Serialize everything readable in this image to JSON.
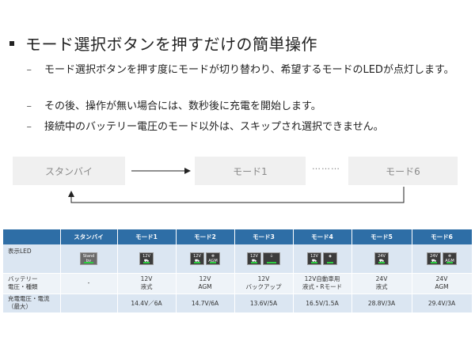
{
  "title": "モード選択ボタンを押すだけの簡単操作",
  "bullets": [
    "モード選択ボタンを押す度にモードが切り替わり、希望するモードのLEDが点灯します。",
    "その後、操作が無い場合には、数秒後に充電を開始します。",
    "接続中のバッテリー電圧のモード以外は、スキップされ選択できません。"
  ],
  "bullet_dash": "–",
  "flow": {
    "standby": "スタンバイ",
    "mode1": "モード1",
    "dots": "………",
    "mode6": "モード6"
  },
  "table": {
    "headers": [
      "",
      "スタンバイ",
      "モード1",
      "モード2",
      "モード3",
      "モード4",
      "モード5",
      "モード6"
    ],
    "row_led_label": "表示LED",
    "row_battery_label_1": "バッテリー",
    "row_battery_label_2": "電圧・種類",
    "row_charge_label_1": "充電電圧・電流",
    "row_charge_label_2": "（最大）",
    "battery": [
      {
        "l1": "-",
        "l2": ""
      },
      {
        "l1": "12V",
        "l2": "液式"
      },
      {
        "l1": "12V",
        "l2": "AGM"
      },
      {
        "l1": "12V",
        "l2": "バックアップ"
      },
      {
        "l1": "12V自動車用",
        "l2": "液式・Rモード"
      },
      {
        "l1": "24V",
        "l2": "液式"
      },
      {
        "l1": "24V",
        "l2": "AGM"
      }
    ],
    "charge": [
      "",
      "14.4V／6A",
      "14.7V/6A",
      "13.6V/5A",
      "16.5V/1.5A",
      "28.8V/3A",
      "29.4V/3A"
    ],
    "led": {
      "standby": "Stand by",
      "v12": "12V",
      "v24": "24V",
      "agm": "AGM",
      "icons": {
        "car": "car-icon",
        "snow": "snowflake-icon",
        "plug": "plug-icon",
        "r": "r-mode-icon"
      }
    }
  },
  "colors": {
    "header_bg": "#2e6ea6",
    "row_dark": "#dbe6f2",
    "row_light": "#eef3f8",
    "led_green": "#2ecc40"
  }
}
